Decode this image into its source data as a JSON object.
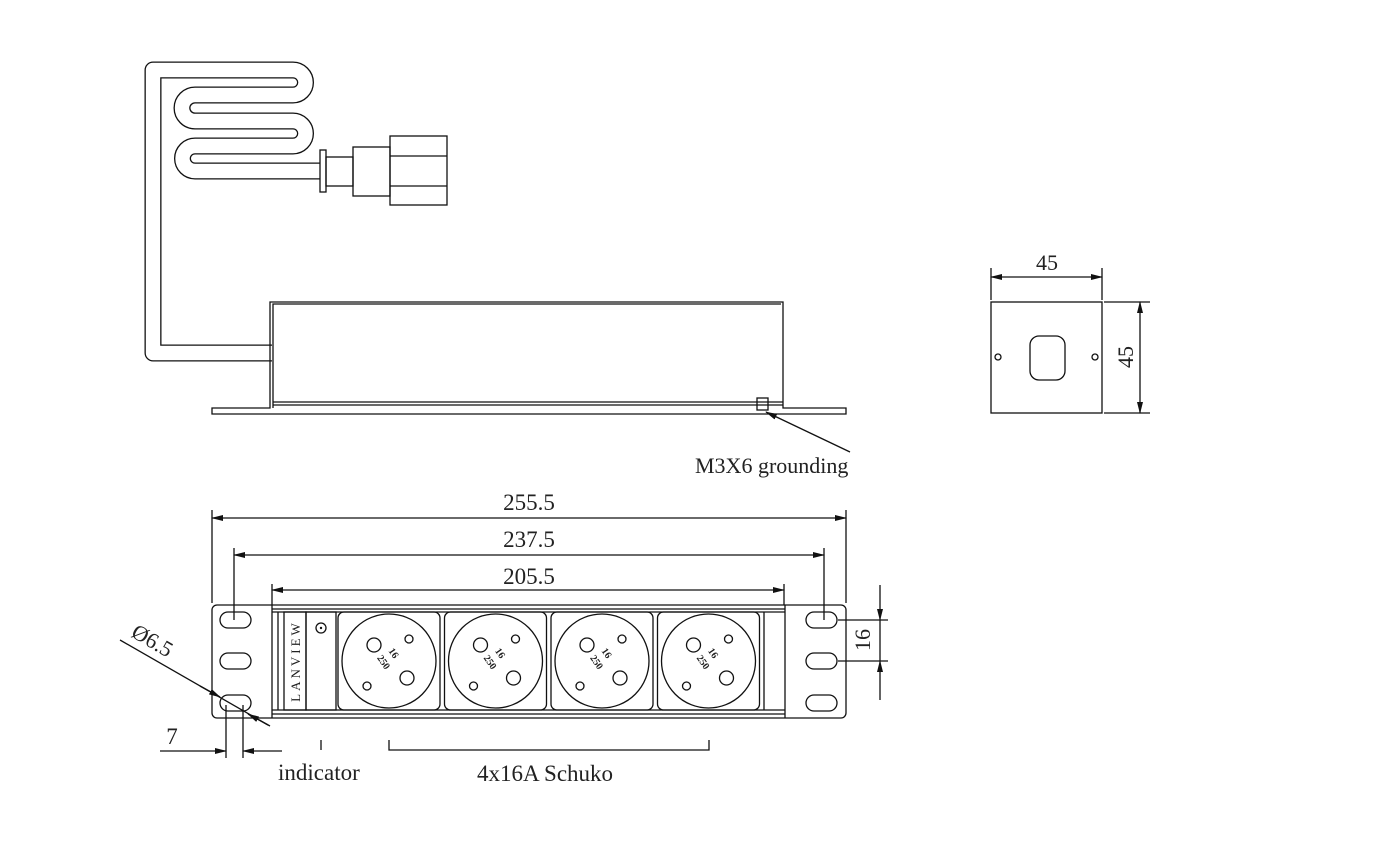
{
  "side_view": {
    "callout": "M3X6 grounding"
  },
  "end_view": {
    "width_dim": "45",
    "height_dim": "45"
  },
  "front_view": {
    "brand_label": "LANVIEW",
    "dims": {
      "overall": "255.5",
      "mounting": "237.5",
      "inner": "205.5",
      "slot_pitch": "16",
      "hole_diameter": "Ø6.5",
      "edge_offset": "7"
    },
    "annotations": {
      "indicator": "indicator",
      "sockets": "4x16A Schuko"
    },
    "socket_count": 4,
    "socket_rating": {
      "current": "16",
      "voltage": "250"
    }
  }
}
